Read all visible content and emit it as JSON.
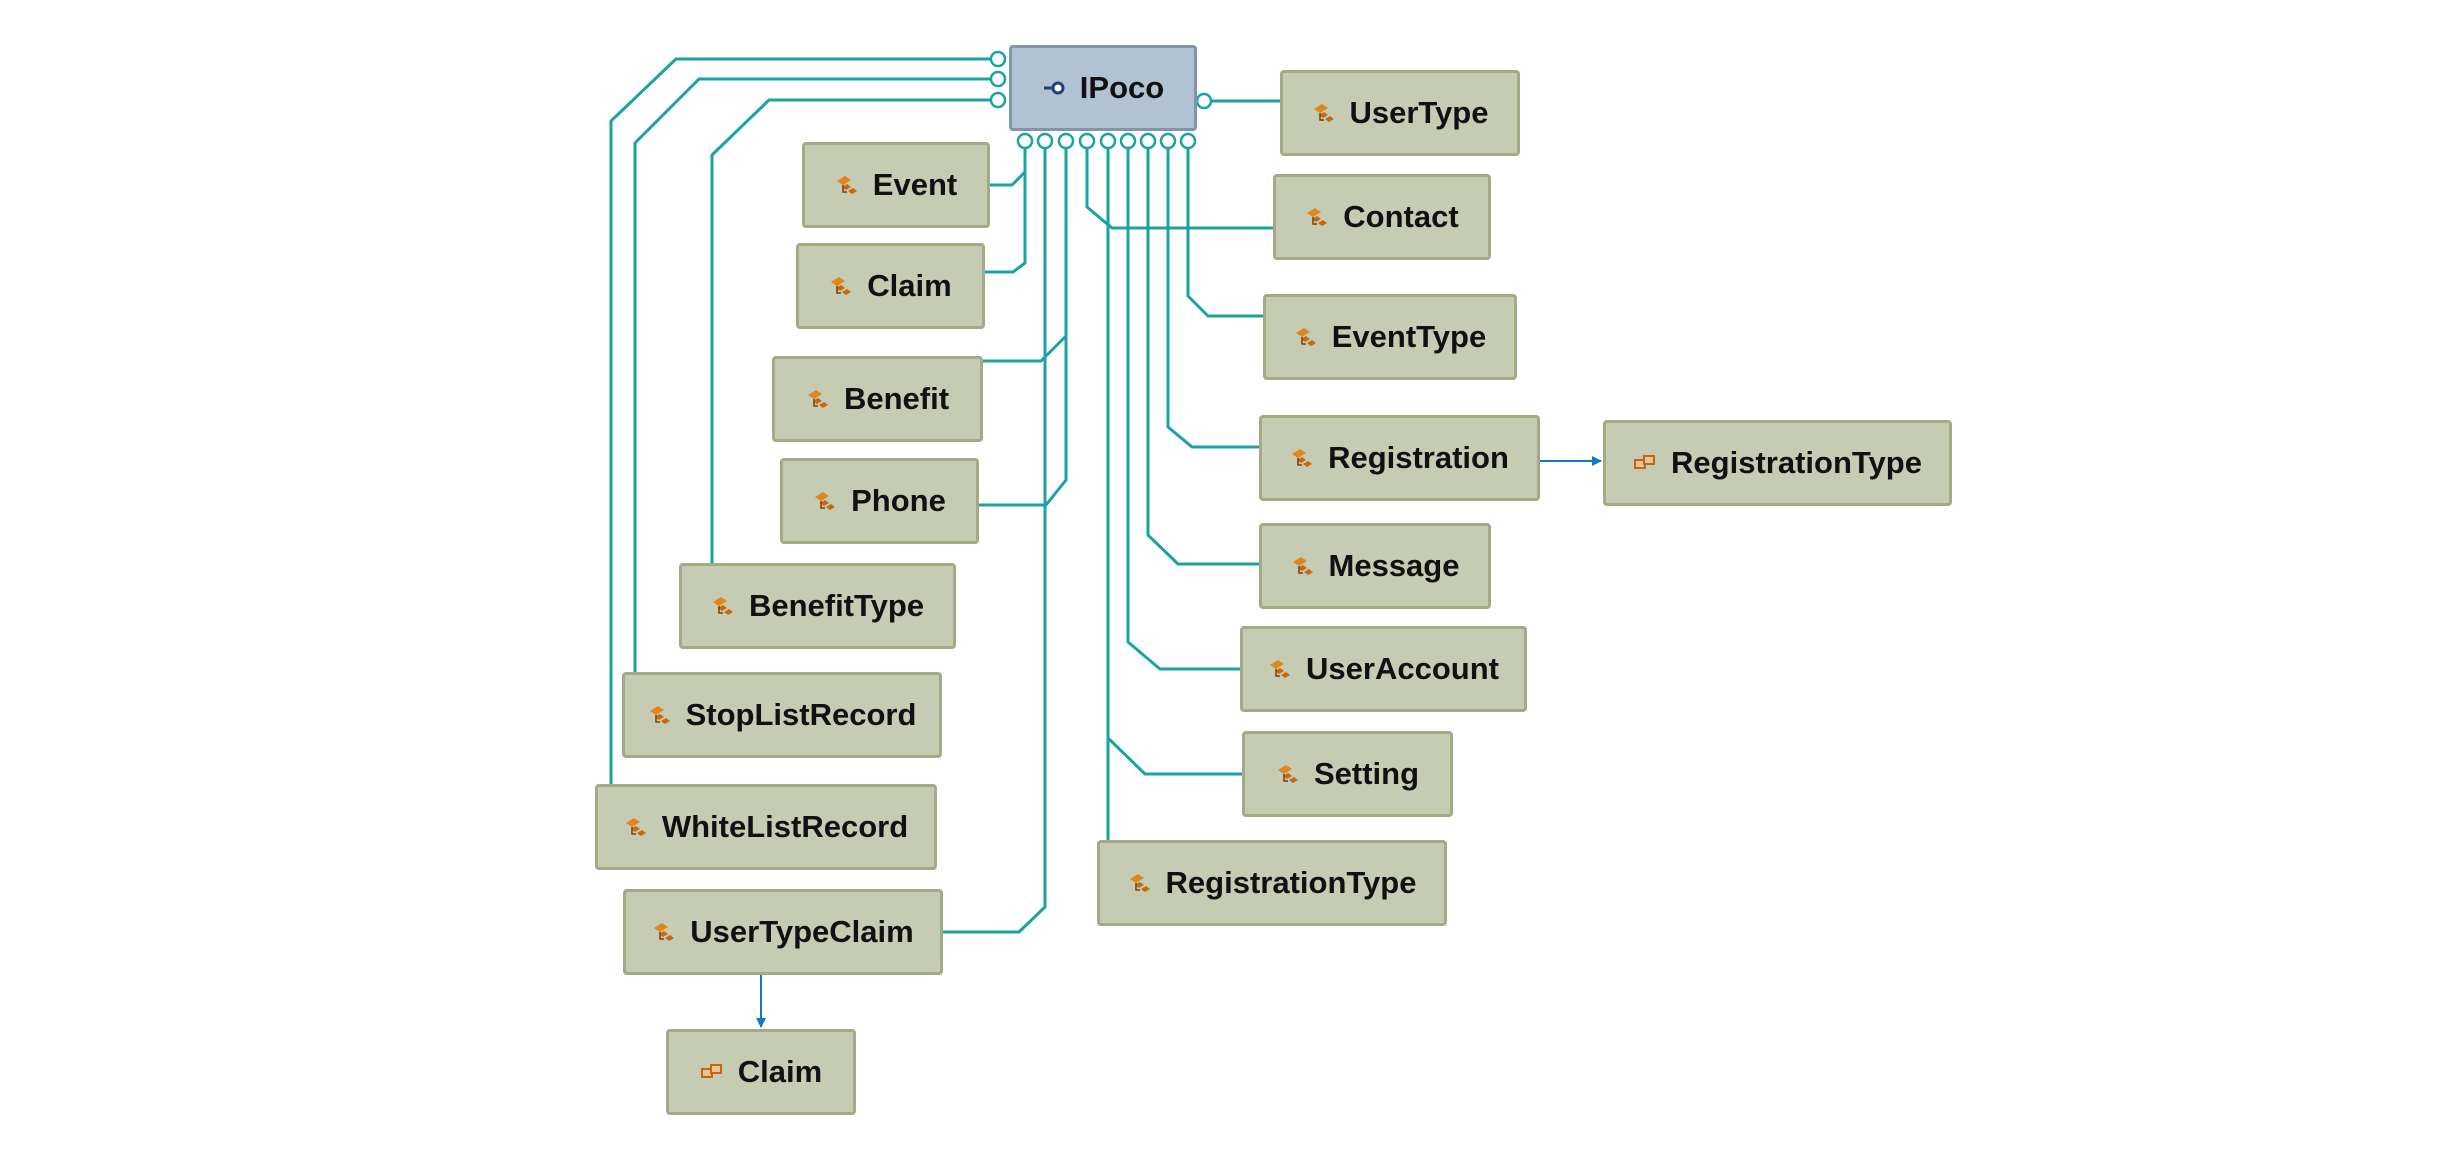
{
  "diagram": {
    "colors": {
      "connector": "#1aa2a4",
      "arrow": "#1577c9",
      "class_fill": "#c6cbb4",
      "class_border": "#a2ab86",
      "interface_fill": "#b1c2d2",
      "interface_border": "#8094ad"
    },
    "interface": {
      "name": "IPoco",
      "icon": "interface-lollipop-icon"
    },
    "classes": [
      {
        "id": "usertype",
        "name": "UserType",
        "icon": "class-icon"
      },
      {
        "id": "event",
        "name": "Event",
        "icon": "class-icon"
      },
      {
        "id": "contact",
        "name": "Contact",
        "icon": "class-icon"
      },
      {
        "id": "claim",
        "name": "Claim",
        "icon": "class-icon"
      },
      {
        "id": "eventtype",
        "name": "EventType",
        "icon": "class-icon"
      },
      {
        "id": "benefit",
        "name": "Benefit",
        "icon": "class-icon"
      },
      {
        "id": "registration",
        "name": "Registration",
        "icon": "class-icon"
      },
      {
        "id": "phone",
        "name": "Phone",
        "icon": "class-icon"
      },
      {
        "id": "message",
        "name": "Message",
        "icon": "class-icon"
      },
      {
        "id": "benefittype",
        "name": "BenefitType",
        "icon": "class-icon"
      },
      {
        "id": "useraccount",
        "name": "UserAccount",
        "icon": "class-icon"
      },
      {
        "id": "stoplistrecord",
        "name": "StopListRecord",
        "icon": "class-icon"
      },
      {
        "id": "setting",
        "name": "Setting",
        "icon": "class-icon"
      },
      {
        "id": "whitelistrecord",
        "name": "WhiteListRecord",
        "icon": "class-icon"
      },
      {
        "id": "registrationtype",
        "name": "RegistrationType",
        "icon": "class-icon"
      },
      {
        "id": "usertypeclaim",
        "name": "UserTypeClaim",
        "icon": "class-icon"
      }
    ],
    "enums": [
      {
        "id": "enum-registrationtype",
        "name": "RegistrationType",
        "icon": "enum-icon"
      },
      {
        "id": "enum-claim",
        "name": "Claim",
        "icon": "enum-icon"
      }
    ],
    "implements_ipoco": [
      "usertype",
      "event",
      "contact",
      "claim",
      "eventtype",
      "benefit",
      "registration",
      "phone",
      "message",
      "benefittype",
      "useraccount",
      "stoplistrecord",
      "setting",
      "whitelistrecord",
      "registrationtype",
      "usertypeclaim"
    ],
    "associations": [
      {
        "from": "registration",
        "to": "enum-registrationtype"
      },
      {
        "from": "usertypeclaim",
        "to": "enum-claim"
      }
    ]
  }
}
